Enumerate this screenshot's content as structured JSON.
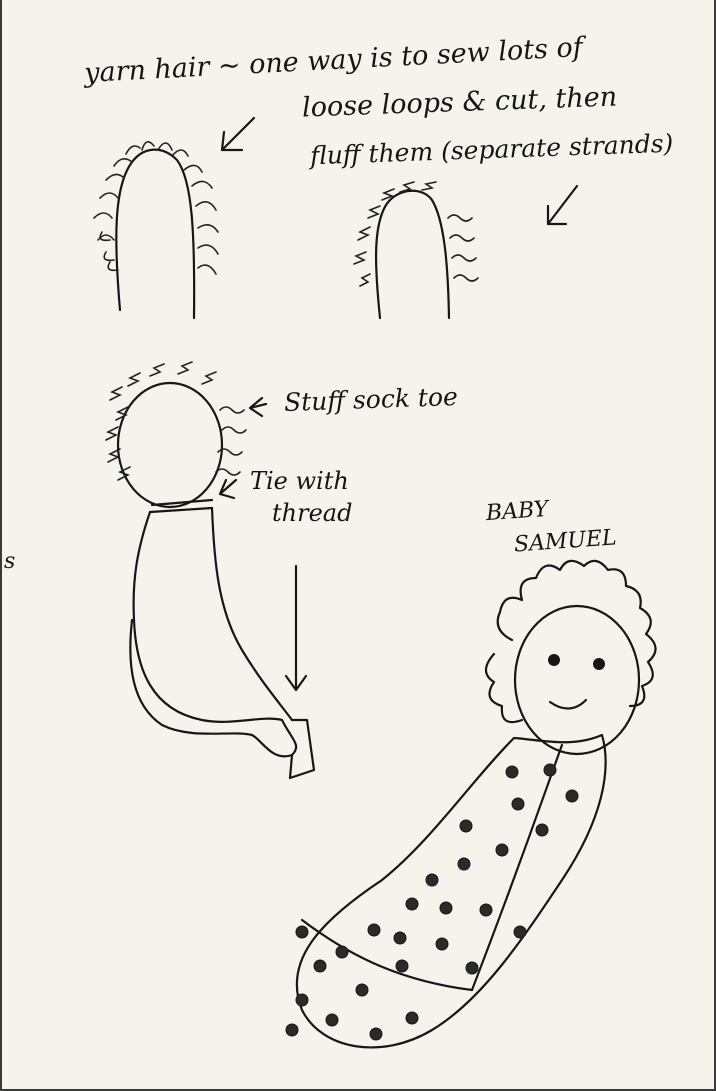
{
  "notes": {
    "yarn_line1": "yarn hair ~ one way is to sew lots of",
    "yarn_line2": "loose loops & cut, then",
    "yarn_line3": "fluff them (separate strands)",
    "stuff": "Stuff sock toe",
    "tie_line1": "Tie with",
    "tie_line2": "thread",
    "baby_line1": "BABY",
    "baby_line2": "SAMUEL",
    "edge": "s"
  }
}
